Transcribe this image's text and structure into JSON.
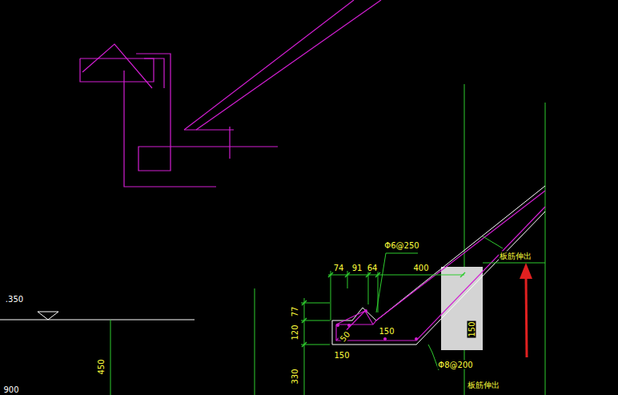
{
  "diagram": {
    "labels": [
      ".350",
      "450",
      "900",
      "Φ6@250",
      "74",
      "91",
      "64",
      "400",
      "77",
      "120",
      "330",
      "50",
      "150",
      "150",
      "150",
      "板筋伸出",
      "Φ8@200",
      "板筋伸出"
    ]
  }
}
